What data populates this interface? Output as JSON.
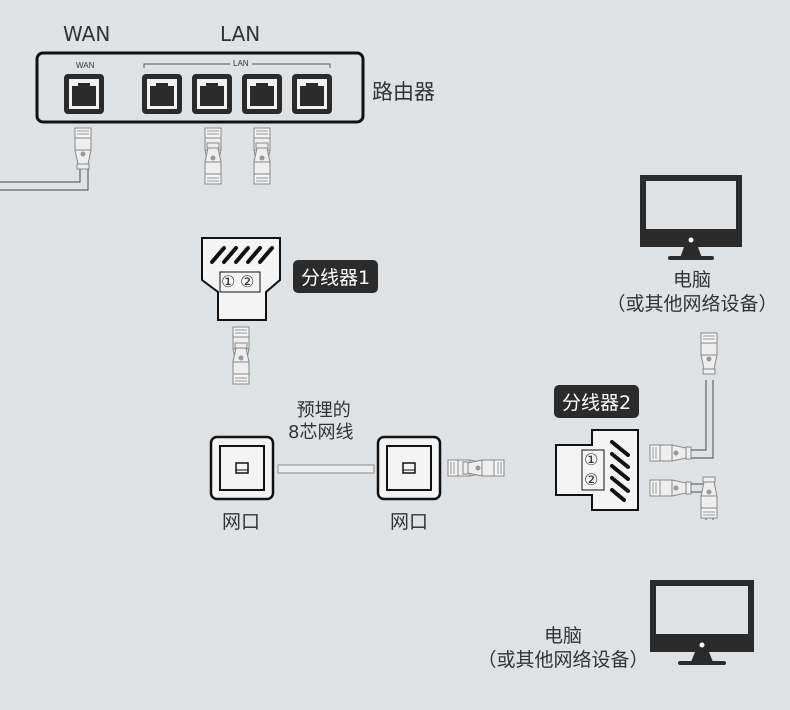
{
  "router": {
    "wan_heading": "WAN",
    "lan_heading": "LAN",
    "wan_port_label": "WAN",
    "lan_port_label": "LAN",
    "name": "路由器",
    "lan_port_count": 4
  },
  "splitter1": {
    "name": "分线器1",
    "port1": "①",
    "port2": "②"
  },
  "splitter2": {
    "name": "分线器2",
    "port1": "①",
    "port2": "②"
  },
  "wall_jack_left": {
    "label": "网口"
  },
  "wall_jack_right": {
    "label": "网口"
  },
  "embedded_cable": {
    "line1": "预埋的",
    "line2": "8芯网线"
  },
  "computer_top": {
    "line1": "电脑",
    "line2": "（或其他网络设备）"
  },
  "computer_bottom": {
    "line1": "电脑",
    "line2": "（或其他网络设备）"
  },
  "colors": {
    "background": "#dfe2e5",
    "dark": "#2b2b2b",
    "connector": "#9a9a9a",
    "screen": "#dfe2e5"
  }
}
